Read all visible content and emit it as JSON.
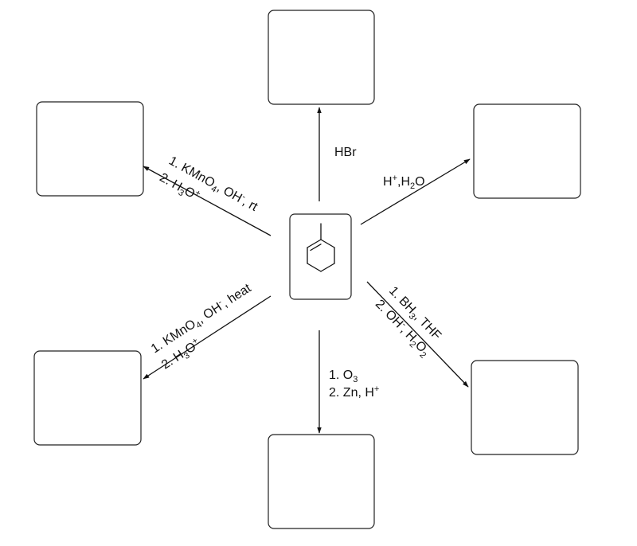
{
  "center": {
    "molecule": "1-methylcyclohexene"
  },
  "reactions": {
    "top": {
      "lines": [
        [
          {
            "t": "HBr"
          }
        ]
      ]
    },
    "upper_right": {
      "lines": [
        [
          {
            "t": "H"
          },
          {
            "t": "+",
            "s": "sup"
          },
          {
            "t": ",H"
          },
          {
            "t": "2",
            "s": "sub"
          },
          {
            "t": "O"
          }
        ]
      ]
    },
    "lower_right": {
      "lines": [
        [
          {
            "t": "1. BH"
          },
          {
            "t": "3",
            "s": "sub"
          },
          {
            "t": ", THF"
          }
        ],
        [
          {
            "t": "2. OH"
          },
          {
            "t": "-",
            "s": "sup"
          },
          {
            "t": ", H"
          },
          {
            "t": "2",
            "s": "sub"
          },
          {
            "t": "O"
          },
          {
            "t": "2",
            "s": "sub"
          }
        ]
      ]
    },
    "bottom": {
      "lines": [
        [
          {
            "t": "1. O"
          },
          {
            "t": "3",
            "s": "sub"
          }
        ],
        [
          {
            "t": "2. Zn, H"
          },
          {
            "t": "+",
            "s": "sup"
          }
        ]
      ]
    },
    "lower_left": {
      "lines": [
        [
          {
            "t": "1. KMnO"
          },
          {
            "t": "4",
            "s": "sub"
          },
          {
            "t": ", OH"
          },
          {
            "t": "-",
            "s": "sup"
          },
          {
            "t": ", heat"
          }
        ],
        [
          {
            "t": "2. H"
          },
          {
            "t": "3",
            "s": "sub"
          },
          {
            "t": "O"
          },
          {
            "t": "+",
            "s": "sup"
          }
        ]
      ]
    },
    "upper_left": {
      "lines": [
        [
          {
            "t": "1. KMnO"
          },
          {
            "t": "4",
            "s": "sub"
          },
          {
            "t": ", OH"
          },
          {
            "t": "-",
            "s": "sup"
          },
          {
            "t": ", rt"
          }
        ],
        [
          {
            "t": "2. H"
          },
          {
            "t": "3",
            "s": "sub"
          },
          {
            "t": "O"
          },
          {
            "t": "+",
            "s": "sup"
          }
        ]
      ]
    }
  }
}
